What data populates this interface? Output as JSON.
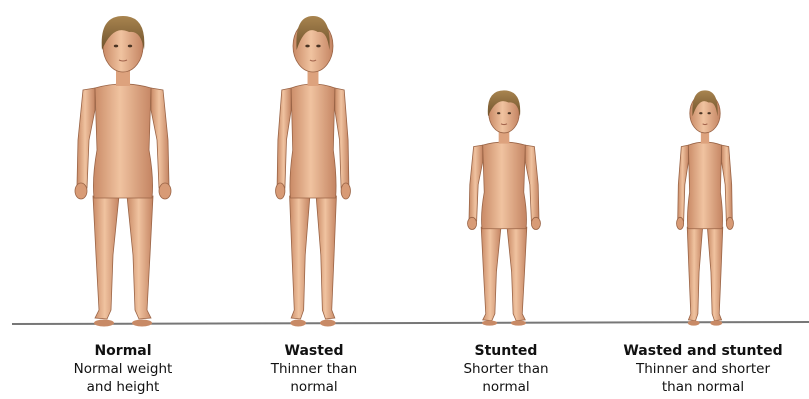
{
  "figures": [
    {
      "title": "Normal",
      "desc": [
        "Normal weight",
        "and height"
      ],
      "height": 1.0,
      "width": 1.0
    },
    {
      "title": "Wasted",
      "desc": [
        "Thinner than",
        "normal"
      ],
      "height": 1.0,
      "width": 0.78
    },
    {
      "title": "Stunted",
      "desc": [
        "Shorter than",
        "normal"
      ],
      "height": 0.76,
      "width": 1.0
    },
    {
      "title": "Wasted and stunted",
      "desc": [
        "Thinner and shorter",
        "than normal"
      ],
      "height": 0.76,
      "width": 0.78
    }
  ],
  "colors": {
    "skin": "#e9b38f",
    "skin_shade": "#c98a66",
    "hair": "#8c6a3e",
    "ground": "#777777"
  }
}
